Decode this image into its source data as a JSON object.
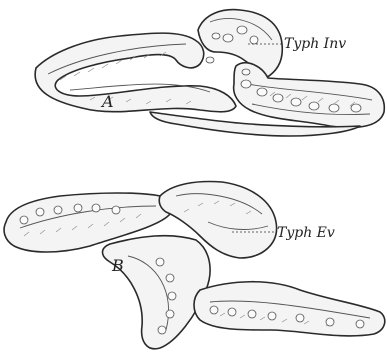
{
  "figure": {
    "label_typh_inv": "Typh Inv",
    "label_typh_ev": "Typh Ev",
    "panel_a": "A",
    "panel_b": "B"
  }
}
